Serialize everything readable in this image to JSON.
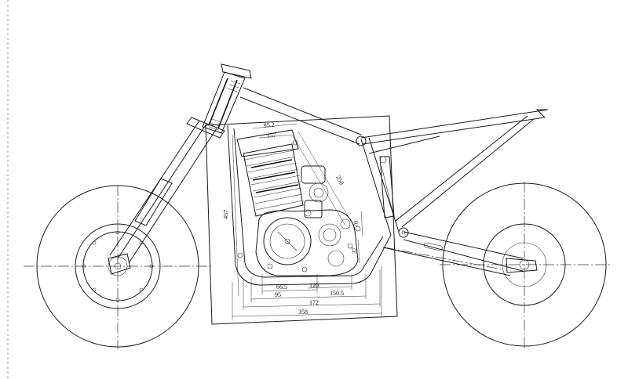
{
  "dimensions": {
    "top_width_1": "95.2",
    "top_width_2": "157",
    "diag_length": "250",
    "height_left": "457",
    "dim_70": "70",
    "dim_37": "37",
    "bot_66": "66.5",
    "bot_120": "120",
    "bot_95": "95",
    "bot_150": "150.5",
    "bot_172": "172",
    "bot_358": "358"
  }
}
